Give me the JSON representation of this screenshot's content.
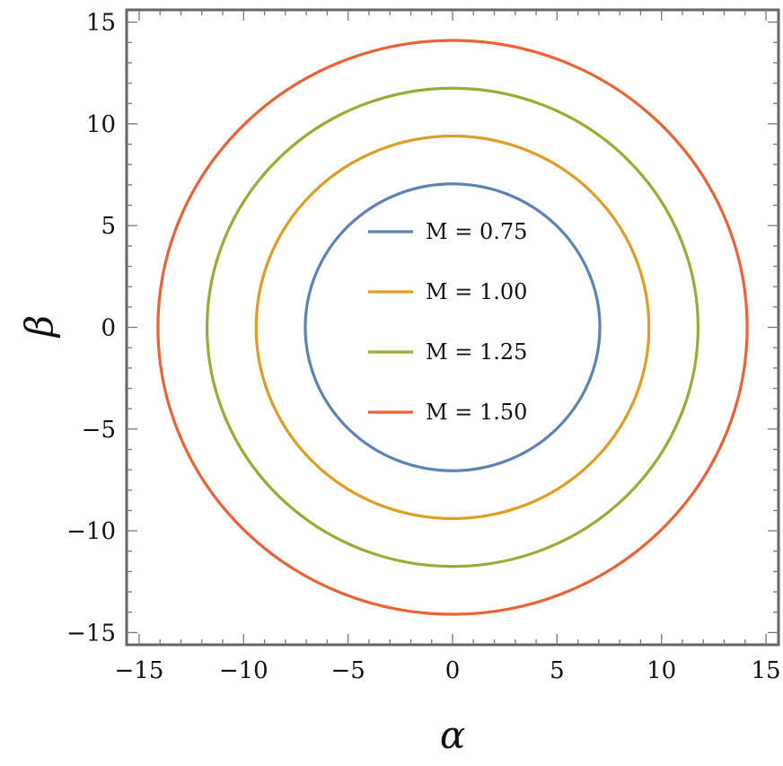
{
  "chart_data": {
    "type": "line",
    "title": "",
    "xlabel": "α",
    "ylabel": "β",
    "xlim": [
      -15.6,
      15.6
    ],
    "ylim": [
      -15.6,
      15.6
    ],
    "xticks": [
      -15,
      -10,
      -5,
      0,
      5,
      10,
      15
    ],
    "yticks": [
      -15,
      -10,
      -5,
      0,
      5,
      10,
      15
    ],
    "xtick_labels": [
      "−15",
      "−10",
      "−5",
      "0",
      "5",
      "10",
      "15"
    ],
    "ytick_labels": [
      "−15",
      "−10",
      "−5",
      "0",
      "5",
      "10",
      "15"
    ],
    "grid": false,
    "legend_placement": "center",
    "series": [
      {
        "name": "M = 0.75",
        "shape": "circle",
        "center": [
          0,
          0
        ],
        "radius": 7.05,
        "color": "#5E81B5"
      },
      {
        "name": "M = 1.00",
        "shape": "circle",
        "center": [
          0,
          0
        ],
        "radius": 9.4,
        "color": "#E19C24"
      },
      {
        "name": "M = 1.25",
        "shape": "circle",
        "center": [
          0,
          0
        ],
        "radius": 11.75,
        "color": "#8FB032"
      },
      {
        "name": "M = 1.50",
        "shape": "circle",
        "center": [
          0,
          0
        ],
        "radius": 14.1,
        "color": "#EB6235"
      }
    ]
  }
}
